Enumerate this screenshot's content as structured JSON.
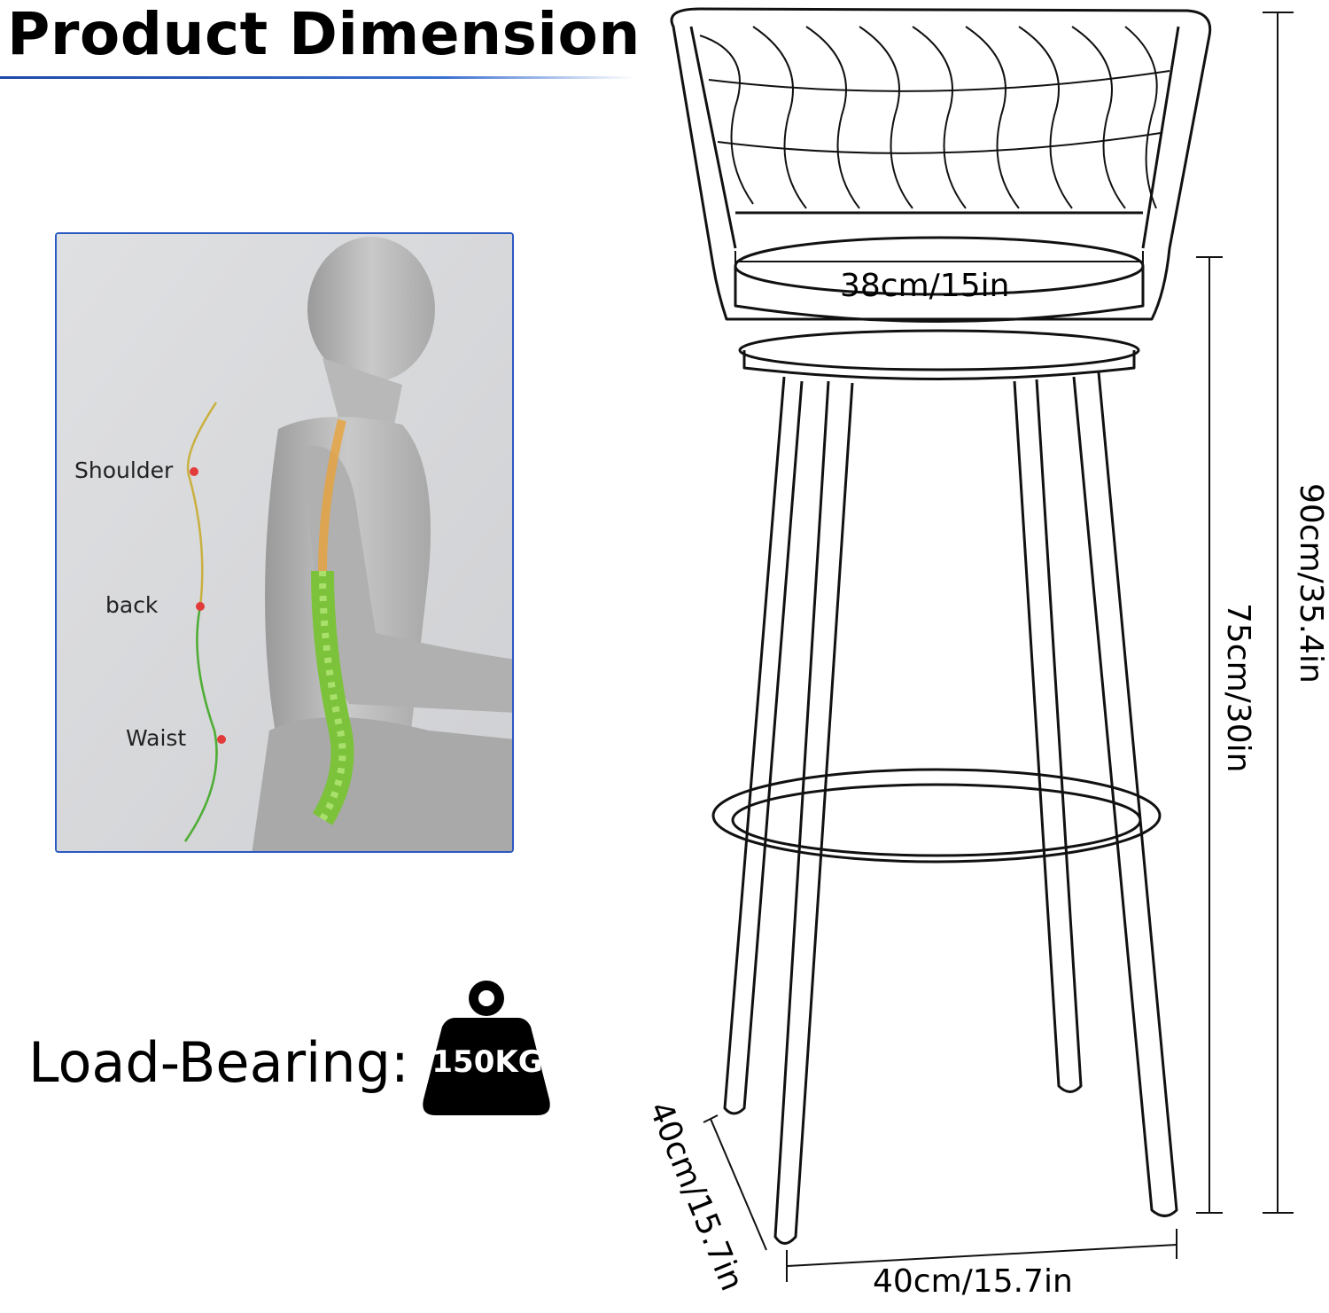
{
  "header": {
    "title": "Product Dimension"
  },
  "spine": {
    "labels": {
      "shoulder": "Shoulder",
      "back": "back",
      "waist": "Waist"
    }
  },
  "load": {
    "label": "Load-Bearing:",
    "weight": "150KG"
  },
  "dimensions": {
    "seat_width": "38cm/15in",
    "total_height": "90cm/35.4in",
    "seat_height": "75cm/30in",
    "depth": "40cm/15.7in",
    "width": "40cm/15.7in"
  },
  "colors": {
    "accent": "#2b59c3",
    "spine_green": "#7cc23a",
    "spine_orange": "#e8a23a"
  }
}
